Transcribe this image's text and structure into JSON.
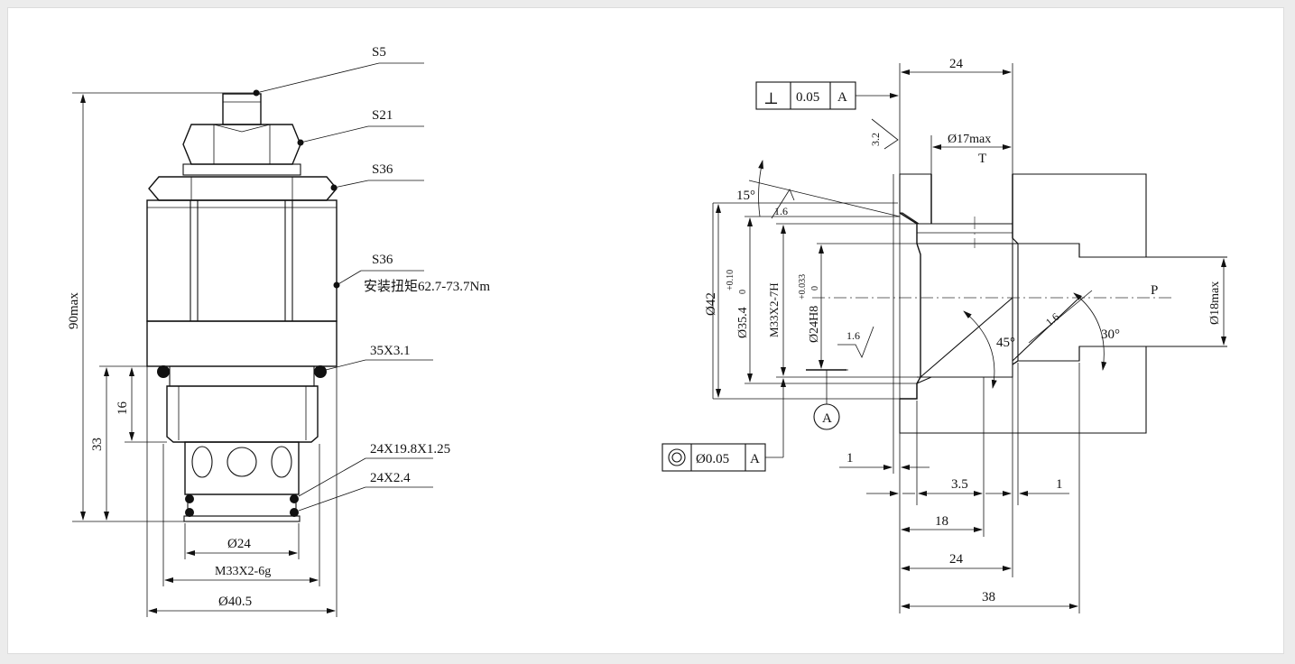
{
  "valve": {
    "callouts": [
      "S5",
      "S21",
      "S36",
      "S36"
    ],
    "torque_note": "安装扭矩62.7-73.7Nm",
    "oring_top": "35X3.1",
    "oring_bottom_a": "24X19.8X1.25",
    "oring_bottom_b": "24X2.4",
    "dim_height": "90max",
    "dim_33": "33",
    "dim_16": "16",
    "dim_d24": "Ø24",
    "dim_thread": "M33X2-6g",
    "dim_d405": "Ø40.5"
  },
  "cavity": {
    "perp_symbol": "⊥",
    "perp_tol": "0.05",
    "perp_datum": "A",
    "roughness_top": "3.2",
    "dim_top_24": "24",
    "dim_17": "Ø17max",
    "port_t": "T",
    "angle_15": "15°",
    "rough_16a": "1.6",
    "dim_d42": "Ø42",
    "dim_354": "Ø35.4",
    "tol_354_up": "+0.10",
    "tol_354_dn": "0",
    "dim_thread": "M33X2-7H",
    "dim_24h8": "Ø24H8",
    "tol_24h8_up": "+0.033",
    "tol_24h8_dn": "0",
    "rough_16b": "1.6",
    "angle_45": "45°",
    "rough_16c": "1.6",
    "angle_30": "30°",
    "port_p": "P",
    "dim_18max": "Ø18max",
    "datum_a": "A",
    "conc_tol": "Ø0.05",
    "conc_datum": "A",
    "dim_1a": "1",
    "dim_35": "3.5",
    "dim_1b": "1",
    "dim_18": "18",
    "dim_24b": "24",
    "dim_38": "38"
  }
}
